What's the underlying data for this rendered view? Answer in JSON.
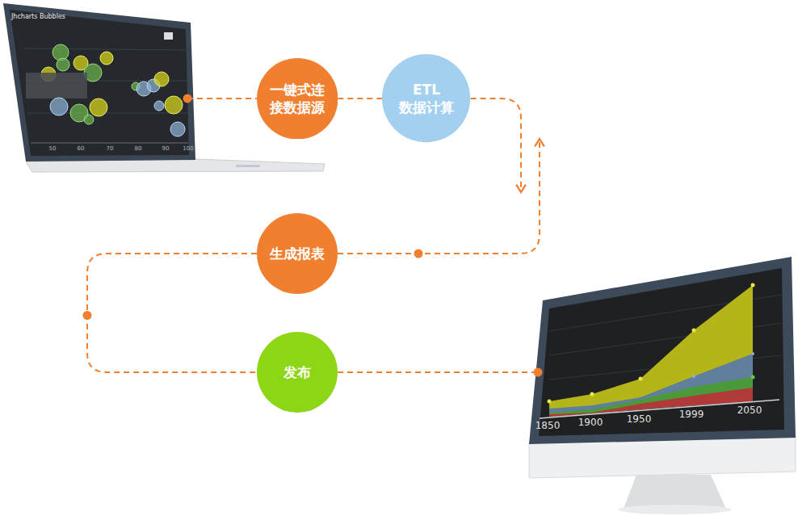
{
  "diagram": {
    "nodes": [
      {
        "text": [
          "Jhcharts Bubbles",
          "50",
          "60",
          "70",
          "80",
          "90",
          "100"
        ]
      },
      {
        "text": [
          "一键式连接数据源"
        ]
      },
      {
        "text": [
          "ETL 数据计算"
        ]
      },
      {
        "text": [
          "生成报表"
        ]
      },
      {
        "text": [
          "发布"
        ]
      },
      {
        "text": [
          "1850",
          "1900",
          "1950",
          "1999",
          "2050"
        ]
      }
    ],
    "edges": [
      {
        "from": 0,
        "to": 1,
        "arrow": "none"
      },
      {
        "from": 1,
        "to": 2,
        "arrow": "none"
      },
      {
        "from": 2,
        "to": 3,
        "arrow": "both"
      },
      {
        "from": 3,
        "to": 4,
        "arrow": "none"
      },
      {
        "from": 4,
        "to": 5,
        "arrow": "none"
      }
    ]
  }
}
